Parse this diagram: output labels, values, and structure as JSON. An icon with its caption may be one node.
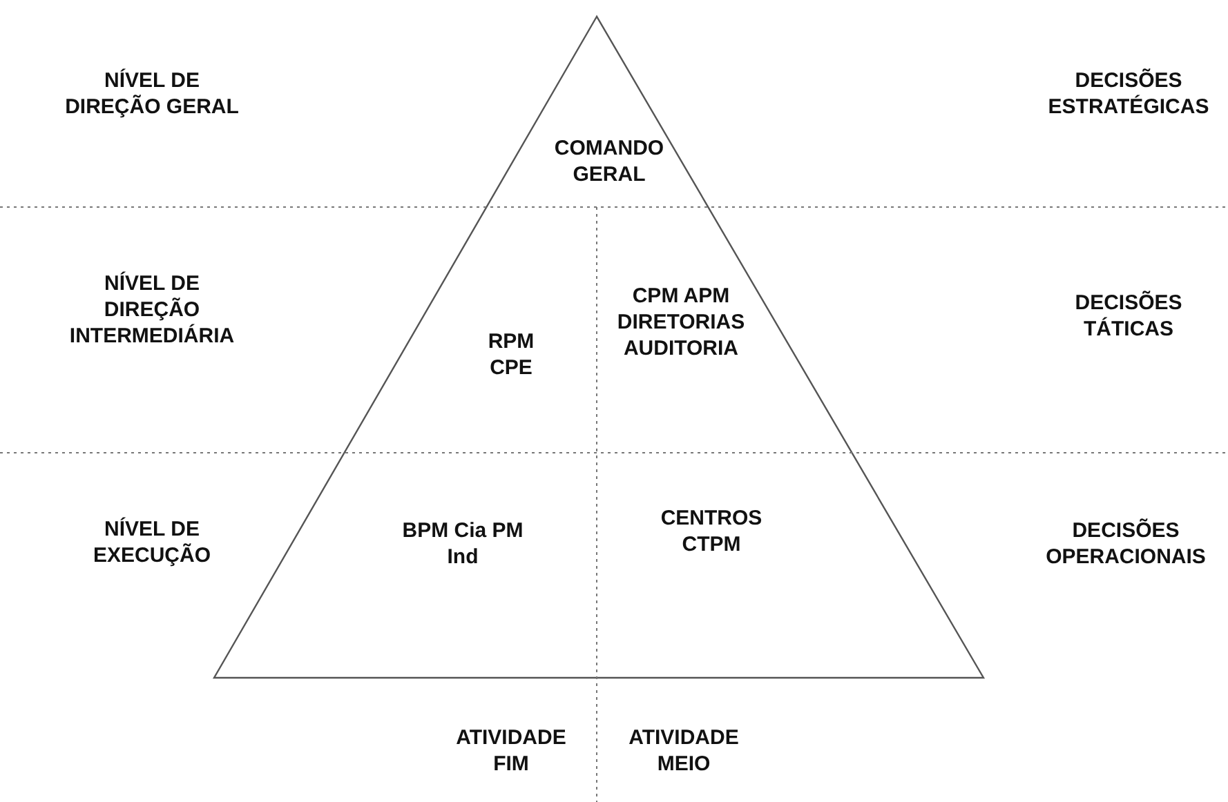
{
  "diagram": {
    "labels": [
      "NÍVEL DE DIREÇÃO GERAL",
      "COMANDO GERAL",
      "DECISÕES ESTRATÉGICAS",
      "NÍVEL DE DIREÇÃO INTERMEDIÁRIA",
      "RPM CPE",
      "CPM APM DIRETORIAS AUDITORIA",
      "DECISÕES TÁTICAS",
      "NÍVEL DE EXECUÇÃO",
      "BPM Cia PM Ind",
      "CENTROS CTPM",
      "DECISÕES OPERACIONAIS",
      "ATIVIDADE FIM",
      "ATIVIDADE MEIO"
    ]
  }
}
